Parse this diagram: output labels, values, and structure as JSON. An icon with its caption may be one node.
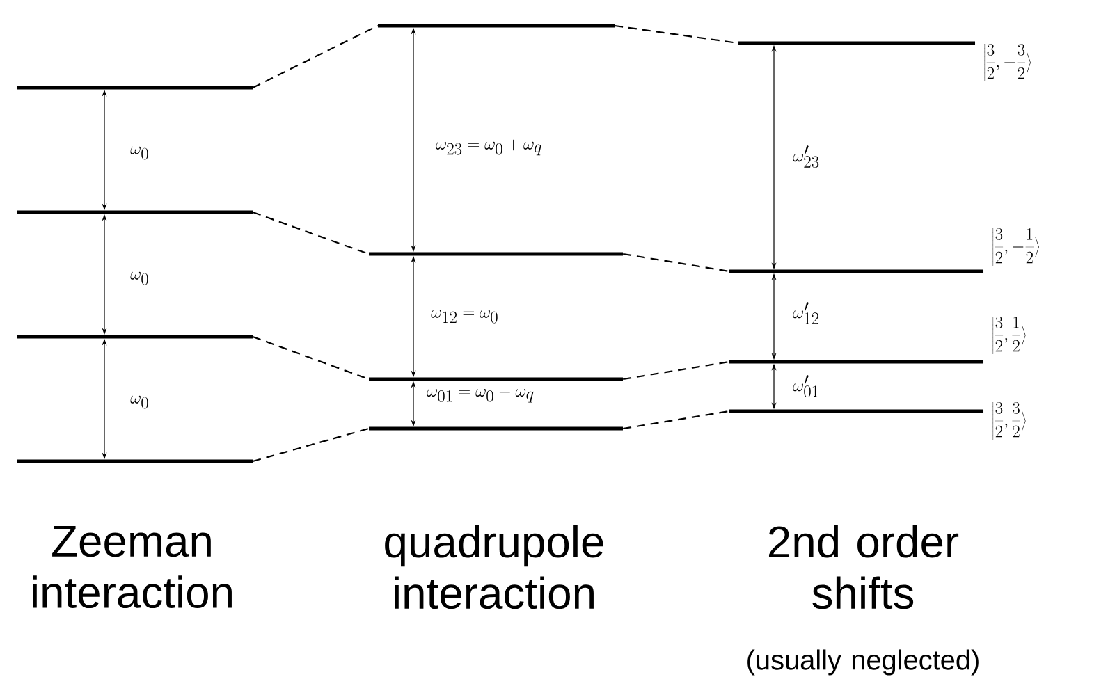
{
  "diagram": {
    "nodes": [
      {
        "text": [],
        "shape": "bar"
      },
      {
        "text": [],
        "shape": "bar"
      },
      {
        "text": [],
        "shape": "bar"
      },
      {
        "text": [],
        "shape": "bar"
      },
      {
        "text": [],
        "shape": "bar"
      },
      {
        "text": [],
        "shape": "bar"
      },
      {
        "text": [],
        "shape": "bar"
      },
      {
        "text": [],
        "shape": "bar"
      },
      {
        "text": [],
        "shape": "bar",
        "beside": [
          "\\left|\\frac{3}{2},-\\frac{3}{2}\\right\\rangle"
        ]
      },
      {
        "text": [],
        "shape": "bar",
        "beside": [
          "\\left|\\frac{3}{2},-\\frac{1}{2}\\right\\rangle"
        ]
      },
      {
        "text": [],
        "shape": "bar",
        "beside": [
          "\\left|\\frac{3}{2},\\frac{1}{2}\\right\\rangle"
        ]
      },
      {
        "text": [],
        "shape": "bar",
        "beside": [
          "\\left|\\frac{3}{2},\\frac{3}{2}\\right\\rangle"
        ]
      }
    ],
    "edges": [
      {
        "from": 0,
        "to": 4,
        "arrow": "none",
        "style": "dashed"
      },
      {
        "from": 1,
        "to": 5,
        "arrow": "none",
        "style": "dashed"
      },
      {
        "from": 2,
        "to": 6,
        "arrow": "none",
        "style": "dashed"
      },
      {
        "from": 3,
        "to": 7,
        "arrow": "none",
        "style": "dashed"
      },
      {
        "from": 4,
        "to": 8,
        "arrow": "none",
        "style": "dashed"
      },
      {
        "from": 5,
        "to": 9,
        "arrow": "none",
        "style": "dashed"
      },
      {
        "from": 6,
        "to": 10,
        "arrow": "none",
        "style": "dashed"
      },
      {
        "from": 7,
        "to": 11,
        "arrow": "none",
        "style": "dashed"
      },
      {
        "from": 0,
        "to": 1,
        "arrow": "both",
        "label": "\\omega_{0}"
      },
      {
        "from": 1,
        "to": 2,
        "arrow": "both",
        "label": "\\omega_{0}"
      },
      {
        "from": 2,
        "to": 3,
        "arrow": "both",
        "label": "\\omega_{0}"
      },
      {
        "from": 4,
        "to": 5,
        "arrow": "both",
        "label": "\\omega_{23}=\\omega_{0}+\\omega_{q}"
      },
      {
        "from": 5,
        "to": 6,
        "arrow": "both",
        "label": "\\omega_{12}=\\omega_{0}"
      },
      {
        "from": 6,
        "to": 7,
        "arrow": "both",
        "label": "\\omega_{01}=\\omega_{0}-\\omega_{q}"
      },
      {
        "from": 8,
        "to": 9,
        "arrow": "both",
        "label": "\\omega^{\\prime}_{23}"
      },
      {
        "from": 9,
        "to": 10,
        "arrow": "both",
        "label": "\\omega^{\\prime}_{12}"
      },
      {
        "from": 10,
        "to": 11,
        "arrow": "both",
        "label": "\\omega^{\\prime}_{01}"
      }
    ],
    "labels": [
      "Zeeman interaction",
      "quadrupole interaction",
      "2nd order shifts",
      "(usually neglected)"
    ]
  }
}
